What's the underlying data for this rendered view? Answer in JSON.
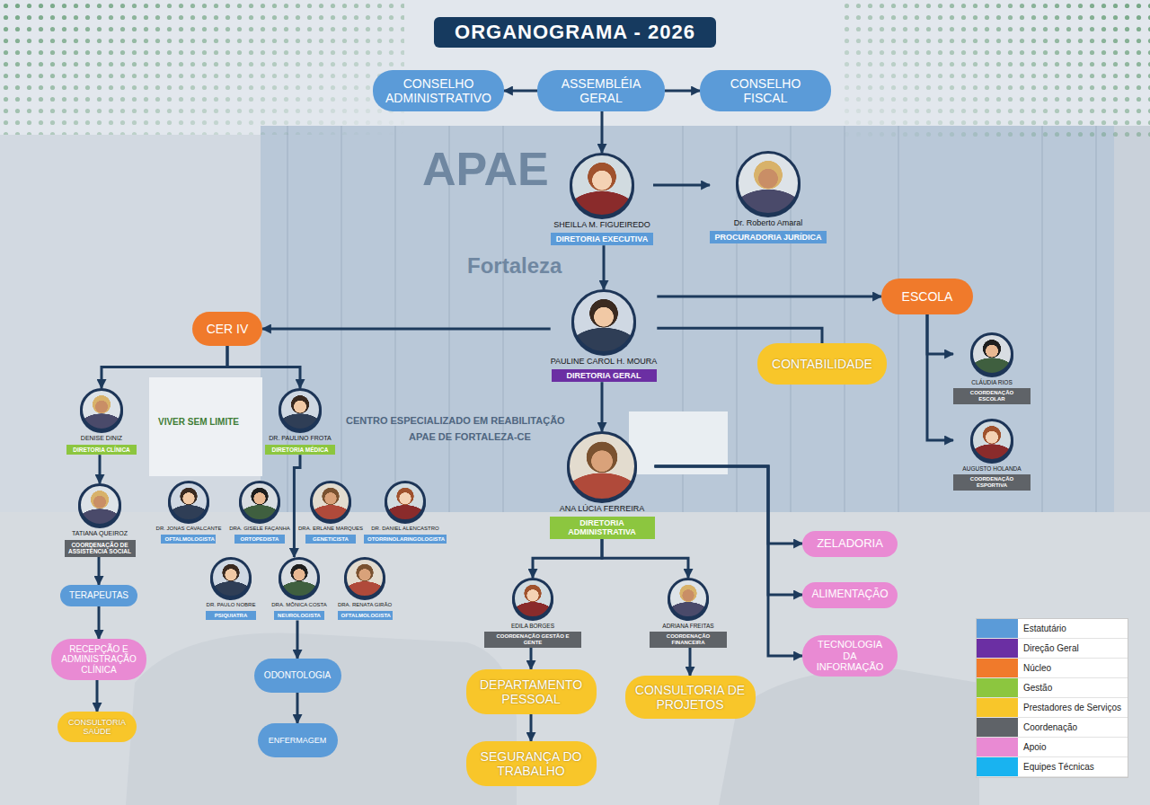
{
  "diagram": {
    "title": "ORGANOGRAMA - 2026",
    "nodes": [
      {
        "text": [
          "ASSEMBLÉIA GERAL"
        ]
      },
      {
        "text": [
          "CONSELHO ADMINISTRATIVO"
        ]
      },
      {
        "text": [
          "CONSELHO FISCAL"
        ]
      },
      {
        "text": [
          "SHEILLA M. FIGUEIREDO",
          "DIRETORIA EXECUTIVA"
        ]
      },
      {
        "text": [
          "Dr. Roberto Amaral",
          "PROCURADORIA JURÍDICA"
        ]
      },
      {
        "text": [
          "PAULINE CAROL H. MOURA",
          "DIRETORIA GERAL"
        ]
      },
      {
        "text": [
          "CER IV"
        ]
      },
      {
        "text": [
          "ESCOLA"
        ]
      },
      {
        "text": [
          "CONTABILIDADE"
        ]
      },
      {
        "text": [
          "DENISE DINIZ",
          "DIRETORIA CLÍNICA"
        ]
      },
      {
        "text": [
          "DR. PAULINO FROTA",
          "DIRETORIA MÉDICA"
        ]
      },
      {
        "text": [
          "CLÁUDIA RIOS",
          "COORDENAÇÃO ESCOLAR"
        ]
      },
      {
        "text": [
          "ANA LÚCIA FERREIRA",
          "DIRETORIA ADMINISTRATIVA"
        ]
      },
      {
        "text": [
          "AUGUSTO HOLANDA",
          "COORDENAÇÃO ESPORTIVA"
        ]
      },
      {
        "text": [
          "TATIANA QUEIROZ",
          "COORDENAÇÃO DE ASSISTÊNCIA SOCIAL"
        ]
      },
      {
        "text": [
          "DR. JONAS CAVALCANTE",
          "OFTALMOLOGISTA"
        ]
      },
      {
        "text": [
          "DRA. GISELE FAÇANHA",
          "ORTOPEDISTA"
        ]
      },
      {
        "text": [
          "DRA. ERLANE MARQUES",
          "GENETICISTA"
        ]
      },
      {
        "text": [
          "DR. DANIEL ALENCASTRO",
          "OTORRINOLARINGOLOGISTA"
        ]
      },
      {
        "text": [
          "ZELADORIA"
        ]
      },
      {
        "text": [
          "DR. PAULO NOBRE",
          "PSIQUIATRA"
        ]
      },
      {
        "text": [
          "DRA. MÔNICA COSTA",
          "NEUROLOGISTA"
        ]
      },
      {
        "text": [
          "DRA. RENATA GIRÃO",
          "OFTALMOLOGISTA"
        ]
      },
      {
        "text": [
          "EDILA BORGES",
          "COORDENAÇÃO GESTÃO E GENTE"
        ]
      },
      {
        "text": [
          "ADRIANA FREITAS",
          "COORDENAÇÃO FINANCEIRA"
        ]
      },
      {
        "text": [
          "TERAPEUTAS"
        ]
      },
      {
        "text": [
          "ALIMENTAÇÃO"
        ]
      },
      {
        "text": [
          "RECEPÇÃO E ADMINISTRAÇÃO CLÍNICA"
        ]
      },
      {
        "text": [
          "TECNOLOGIA DA INFORMAÇÃO"
        ]
      },
      {
        "text": [
          "ODONTOLOGIA"
        ]
      },
      {
        "text": [
          "DEPARTAMENTO PESSOAL"
        ]
      },
      {
        "text": [
          "CONSULTORIA DE PROJETOS"
        ]
      },
      {
        "text": [
          "CONSULTORIA SAÚDE"
        ]
      },
      {
        "text": [
          "ENFERMAGEM"
        ]
      },
      {
        "text": [
          "SEGURANÇA DO TRABALHO"
        ]
      }
    ],
    "edges": [
      {
        "from": 0,
        "to": 1,
        "arrow": "to"
      },
      {
        "from": 0,
        "to": 2,
        "arrow": "to"
      },
      {
        "from": 0,
        "to": 3,
        "arrow": "to"
      },
      {
        "from": 3,
        "to": 4,
        "arrow": "to"
      },
      {
        "from": 3,
        "to": 5,
        "arrow": "to"
      },
      {
        "from": 5,
        "to": 6,
        "arrow": "to"
      },
      {
        "from": 5,
        "to": 7,
        "arrow": "to"
      },
      {
        "from": 5,
        "to": 8,
        "arrow": "none"
      },
      {
        "from": 5,
        "to": 12,
        "arrow": "to"
      },
      {
        "from": 6,
        "to": 9,
        "arrow": "to"
      },
      {
        "from": 6,
        "to": 10,
        "arrow": "to"
      },
      {
        "from": 7,
        "to": 11,
        "arrow": "to"
      },
      {
        "from": 7,
        "to": 13,
        "arrow": "to"
      },
      {
        "from": 9,
        "to": 14,
        "arrow": "to"
      },
      {
        "from": 10,
        "to": 21,
        "arrow": "to"
      },
      {
        "from": 21,
        "to": 29,
        "arrow": "to"
      },
      {
        "from": 29,
        "to": 33,
        "arrow": "to"
      },
      {
        "from": 14,
        "to": 25,
        "arrow": "to"
      },
      {
        "from": 25,
        "to": 27,
        "arrow": "to"
      },
      {
        "from": 27,
        "to": 32,
        "arrow": "to"
      },
      {
        "from": 12,
        "to": 23,
        "arrow": "to"
      },
      {
        "from": 12,
        "to": 24,
        "arrow": "to"
      },
      {
        "from": 12,
        "to": 19,
        "arrow": "to"
      },
      {
        "from": 12,
        "to": 26,
        "arrow": "to"
      },
      {
        "from": 12,
        "to": 28,
        "arrow": "to"
      },
      {
        "from": 23,
        "to": 30,
        "arrow": "to"
      },
      {
        "from": 30,
        "to": 34,
        "arrow": "to"
      },
      {
        "from": 24,
        "to": 31,
        "arrow": "to"
      }
    ],
    "labels": [
      "APAE",
      "Fortaleza",
      "VIVER SEM LIMITE",
      "CENTRO ESPECIALIZADO EM REABILITAÇÃO",
      "APAE DE FORTALEZA-CE"
    ],
    "legend": [
      {
        "text": "Estatutário",
        "color": "#5b9bd8"
      },
      {
        "text": "Direção Geral",
        "color": "#6b2fa3"
      },
      {
        "text": "Núcleo",
        "color": "#f07a2b"
      },
      {
        "text": "Gestão",
        "color": "#8cc63f"
      },
      {
        "text": "Prestadores de Serviços",
        "color": "#f8c62a"
      },
      {
        "text": "Coordenação",
        "color": "#5f6368"
      },
      {
        "text": "Apoio",
        "color": "#e98ad3"
      },
      {
        "text": "Equipes Técnicas",
        "color": "#19b3f0"
      }
    ]
  }
}
